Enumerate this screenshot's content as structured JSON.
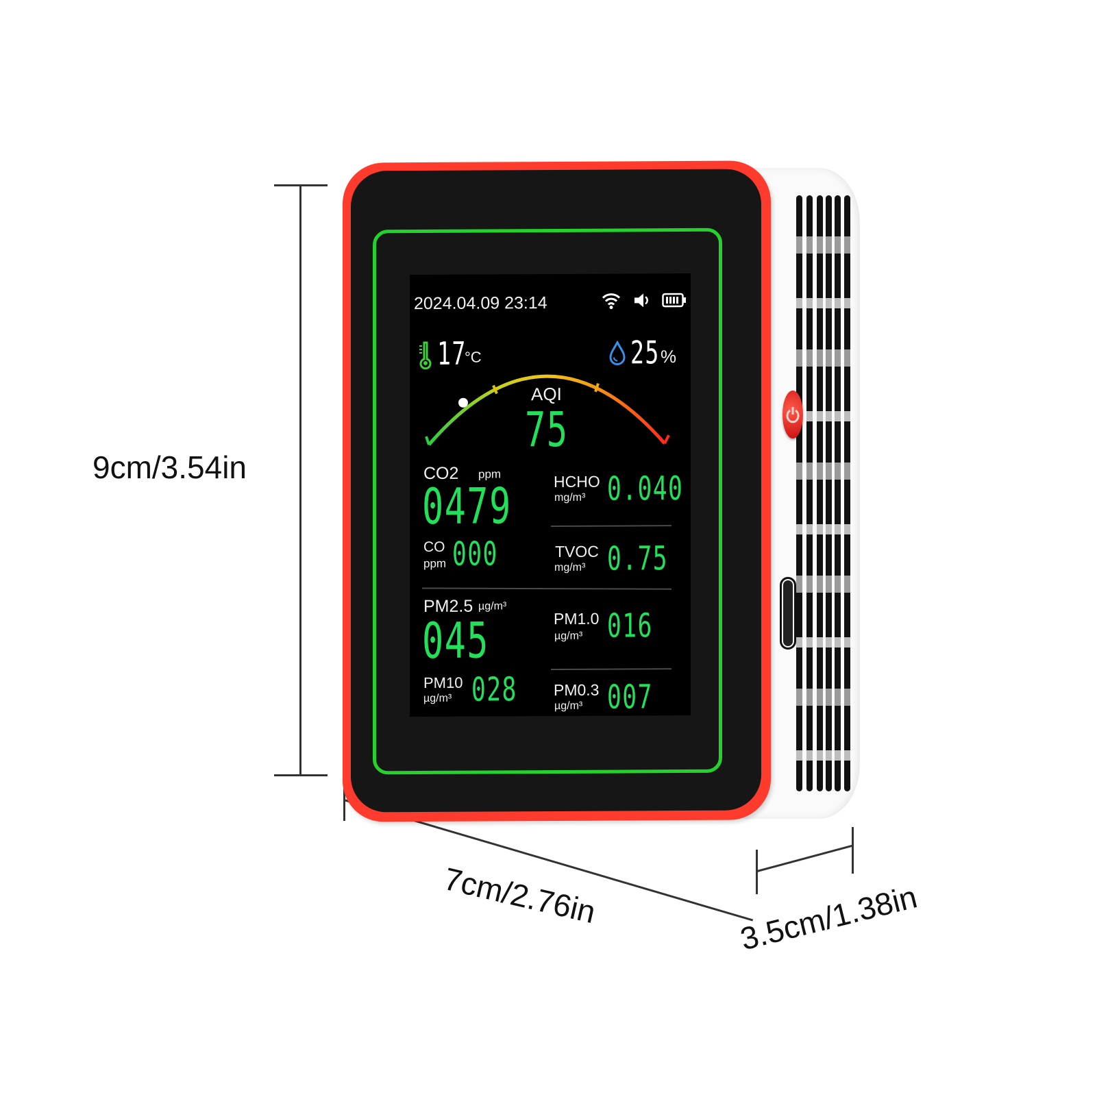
{
  "dimensions": {
    "height_label": "9cm/3.54in",
    "width_label": "7cm/2.76in",
    "depth_label": "3.5cm/1.38in"
  },
  "status_bar": {
    "datetime": "2024.04.09 23:14",
    "icons": [
      "wifi-icon",
      "speaker-icon",
      "battery-icon"
    ]
  },
  "climate": {
    "temperature": "17",
    "temperature_unit": "°C",
    "humidity": "25",
    "humidity_unit": "%"
  },
  "aqi": {
    "label": "AQI",
    "value": "75",
    "gauge_colors": [
      "#2ecc40",
      "#f2c31b",
      "#f39c12",
      "#ff2a1a"
    ]
  },
  "readings": {
    "co2": {
      "label": "CO2",
      "unit": "ppm",
      "value": "0479"
    },
    "hcho": {
      "label": "HCHO",
      "unit": "mg/m³",
      "value": "0.040"
    },
    "co": {
      "label": "CO",
      "unit": "ppm",
      "value": "000"
    },
    "tvoc": {
      "label": "TVOC",
      "unit": "mg/m³",
      "value": "0.75"
    },
    "pm25": {
      "label": "PM2.5",
      "unit": "µg/m³",
      "value": "045"
    },
    "pm10_fine": {
      "label": "PM1.0",
      "unit": "µg/m³",
      "value": "016"
    },
    "pm10": {
      "label": "PM10",
      "unit": "µg/m³",
      "value": "028"
    },
    "pm03": {
      "label": "PM0.3",
      "unit": "µg/m³",
      "value": "007"
    }
  },
  "colors": {
    "frame": "#ff3b2e",
    "ring": "#25d12d",
    "digits": "#22e05a"
  }
}
